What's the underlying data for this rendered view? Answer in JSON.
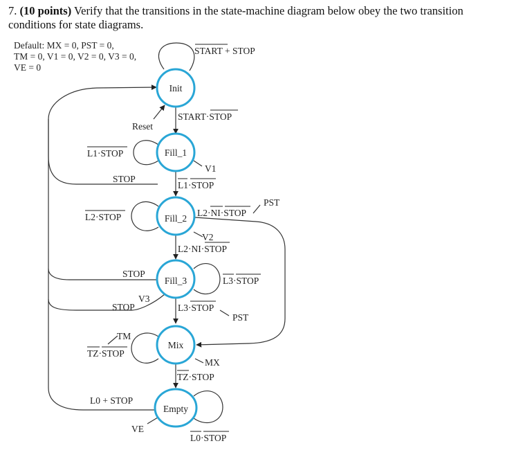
{
  "question": {
    "number": "7.",
    "points": "(10 points)",
    "text": "Verify that the transitions in the state-machine diagram below obey the two transition conditions for state diagrams."
  },
  "defaults": {
    "line1": "Default: MX = 0, PST = 0,",
    "line2": "TM = 0, V1 = 0, V2 = 0, V3 = 0,",
    "line3": "VE = 0"
  },
  "states": {
    "init": "Init",
    "fill1": "Fill_1",
    "fill2": "Fill_2",
    "fill3": "Fill_3",
    "mix": "Mix",
    "empty": "Empty"
  },
  "labels": {
    "init_self": "START + STOP",
    "init_to_fill1": "START·STOP",
    "reset": "Reset",
    "fill1_self": "L1·STOP",
    "stop_fill1": "STOP",
    "v1": "V1",
    "fill1_to_fill2": "L1·STOP",
    "fill2_self": "L2·STOP",
    "fill2_to_mix": "L2·NI·STOP",
    "pst_fill2": "PST",
    "v2": "V2",
    "fill2_to_fill3": "L2·NI·STOP",
    "stop_fill3": "STOP",
    "fill3_self": "L3·STOP",
    "v3": "V3",
    "stop_v3": "STOP",
    "fill3_to_mix": "L3·STOP",
    "pst_fill3": "PST",
    "tm": "TM",
    "mix_self": "TZ·STOP",
    "mx": "MX",
    "mix_to_empty": "TZ·STOP",
    "empty_to_init": "L0 + STOP",
    "ve": "VE",
    "empty_self": "L0·STOP"
  }
}
